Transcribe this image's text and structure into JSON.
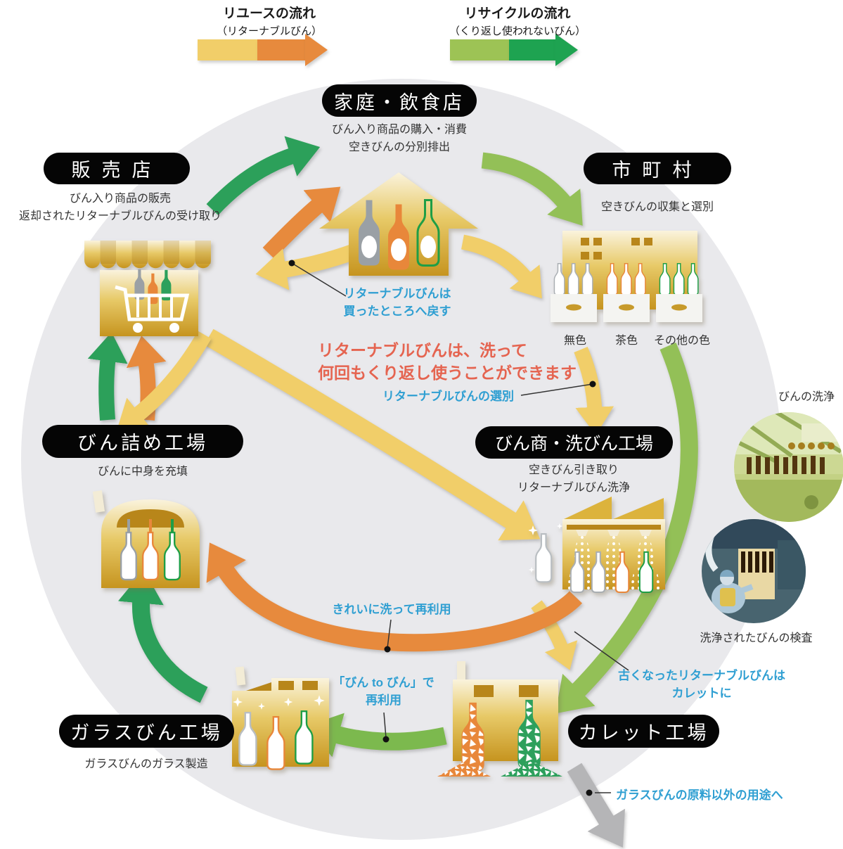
{
  "legend": {
    "reuse": {
      "title": "リユースの流れ",
      "subtitle": "（リターナブルびん）"
    },
    "recycle": {
      "title": "リサイクルの流れ",
      "subtitle": "（くり返し使われないびん）"
    }
  },
  "nodes": {
    "home": {
      "label": "家庭・飲食店",
      "desc1": "びん入り商品の購入・消費",
      "desc2": "空きびんの分別排出"
    },
    "shop": {
      "label": "販売店",
      "desc1": "びん入り商品の販売",
      "desc2": "返却されたリターナブルびんの受け取り"
    },
    "municipality": {
      "label": "市町村",
      "desc1": "空きびんの収集と選別"
    },
    "bottling": {
      "label": "びん詰め工場",
      "desc1": "びんに中身を充填"
    },
    "washer": {
      "label": "びん商・洗びん工場",
      "desc1": "空きびん引き取り",
      "desc2": "リターナブルびん洗浄"
    },
    "glass": {
      "label": "ガラスびん工場",
      "desc1": "ガラスびんのガラス製造"
    },
    "cullet": {
      "label": "カレット工場"
    }
  },
  "crate_labels": [
    "無色",
    "茶色",
    "その他の色"
  ],
  "annotations": {
    "return_to_shop": [
      "リターナブルびんは",
      "買ったところへ戻す"
    ],
    "center_note": [
      "リターナブルびんは、洗って",
      "何回もくり返し使うことができます"
    ],
    "sorting": "リターナブルびんの選別",
    "wash_reuse": "きれいに洗って再利用",
    "bin_to_bin": [
      "「びん to びん」で",
      "再利用"
    ],
    "old_to_cullet": [
      "古くなったリターナブルびんは",
      "カレットに"
    ],
    "other_use": "ガラスびんの原料以外の用途へ"
  },
  "photos": {
    "washing": "びんの洗浄",
    "inspection": "洗浄されたびんの検査"
  },
  "colors": {
    "reuse_yellow": "#f1ce69",
    "reuse_orange": "#e78a3d",
    "recycle_light_green": "#93c057",
    "recycle_green": "#1ea351",
    "gray_arrow": "#b5b5b7",
    "note_blue": "#2f9fd2",
    "note_red": "#e56450",
    "node_black": "#050505",
    "gold_light": "#faf3dd",
    "gold_dark": "#c6941f",
    "circle_bg": "#e9e9ec"
  }
}
